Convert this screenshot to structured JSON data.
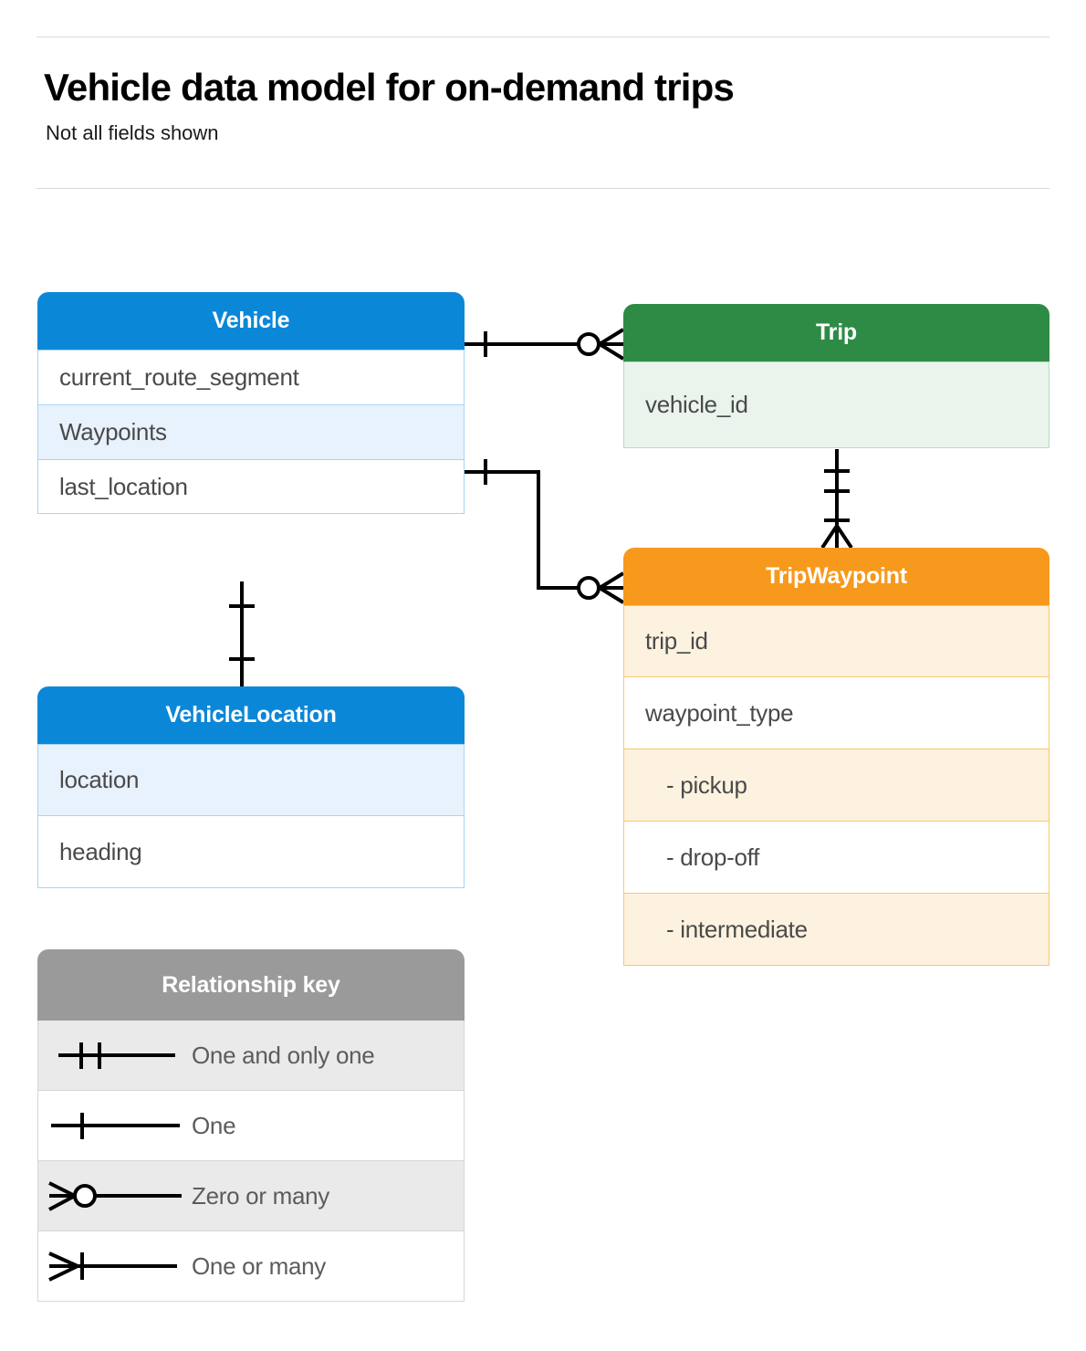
{
  "page": {
    "title": "Vehicle data model for on-demand trips",
    "subtitle": "Not all fields shown"
  },
  "colors": {
    "blue": "#0b87d8",
    "blue_fill": "#e8f2fd",
    "blue_border": "#a8d4f5",
    "green": "#2e8b46",
    "green_fill": "#eaf4ec",
    "green_border": "#b5ddc0",
    "orange": "#f7991c",
    "orange_fill": "#fdf2e0",
    "orange_border": "#fac86a",
    "gray": "#9a9a9a",
    "gray_fill": "#eaeaea",
    "line": "#000000",
    "text": "#4a4a4a"
  },
  "entities": {
    "vehicle": {
      "name": "Vehicle",
      "fields": [
        {
          "label": "current_route_segment",
          "highlighted": false
        },
        {
          "label": "Waypoints",
          "highlighted": true
        },
        {
          "label": "last_location",
          "highlighted": false
        }
      ]
    },
    "trip": {
      "name": "Trip",
      "fields": [
        {
          "label": "vehicle_id",
          "highlighted": true
        }
      ]
    },
    "vehicle_location": {
      "name": "VehicleLocation",
      "fields": [
        {
          "label": "location",
          "highlighted": true
        },
        {
          "label": "heading",
          "highlighted": false
        }
      ]
    },
    "trip_waypoint": {
      "name": "TripWaypoint",
      "fields": [
        {
          "label": "trip_id",
          "highlighted": true
        },
        {
          "label": "waypoint_type",
          "highlighted": false
        },
        {
          "label": "- pickup",
          "highlighted": true
        },
        {
          "label": "- drop-off",
          "highlighted": false
        },
        {
          "label": "- intermediate",
          "highlighted": true
        }
      ]
    }
  },
  "legend": {
    "title": "Relationship key",
    "rows": [
      {
        "symbol": "one-and-only-one",
        "label": "One and only one"
      },
      {
        "symbol": "one",
        "label": "One"
      },
      {
        "symbol": "zero-or-many",
        "label": "Zero or many"
      },
      {
        "symbol": "one-or-many",
        "label": "One or many"
      }
    ]
  },
  "relationships": [
    {
      "id": "vehicle-to-trip",
      "from": "Vehicle",
      "to": "Trip",
      "from_cardinality": "one",
      "to_cardinality": "zero-or-many"
    },
    {
      "id": "vehicle-waypoints-to-tripwaypoint",
      "from": "Vehicle.Waypoints",
      "to": "TripWaypoint",
      "from_cardinality": "one",
      "to_cardinality": "zero-or-many"
    },
    {
      "id": "trip-to-tripwaypoint",
      "from": "Trip",
      "to": "TripWaypoint",
      "from_cardinality": "one-and-only-one",
      "to_cardinality": "one-or-many"
    },
    {
      "id": "vehicle-to-vehiclelocation",
      "from": "Vehicle",
      "to": "VehicleLocation",
      "from_cardinality": "one",
      "to_cardinality": "one"
    }
  ]
}
